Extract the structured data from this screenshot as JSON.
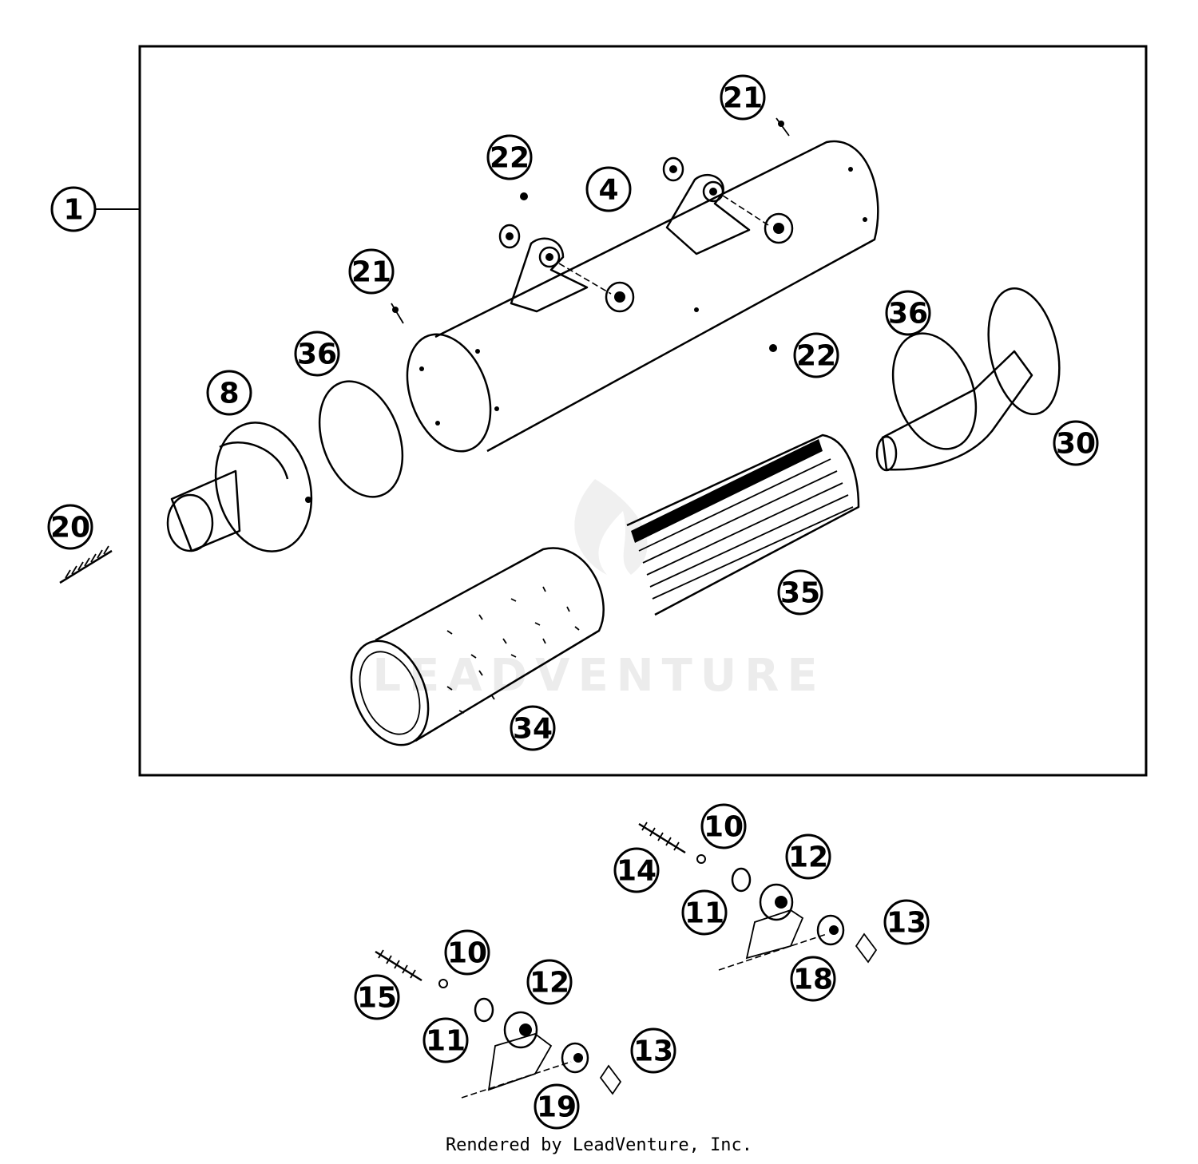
{
  "diagram": {
    "watermark_text": "LEADVENTURE",
    "callouts": [
      {
        "id": "c-1",
        "label": "1"
      },
      {
        "id": "c-21a",
        "label": "21"
      },
      {
        "id": "c-22a",
        "label": "22"
      },
      {
        "id": "c-4",
        "label": "4"
      },
      {
        "id": "c-21b",
        "label": "21"
      },
      {
        "id": "c-36a",
        "label": "36"
      },
      {
        "id": "c-22b",
        "label": "22"
      },
      {
        "id": "c-36b",
        "label": "36"
      },
      {
        "id": "c-8",
        "label": "8"
      },
      {
        "id": "c-30",
        "label": "30"
      },
      {
        "id": "c-20",
        "label": "20"
      },
      {
        "id": "c-35",
        "label": "35"
      },
      {
        "id": "c-34",
        "label": "34"
      },
      {
        "id": "c-10a",
        "label": "10"
      },
      {
        "id": "c-14",
        "label": "14"
      },
      {
        "id": "c-12a",
        "label": "12"
      },
      {
        "id": "c-11a",
        "label": "11"
      },
      {
        "id": "c-13a",
        "label": "13"
      },
      {
        "id": "c-18",
        "label": "18"
      },
      {
        "id": "c-10b",
        "label": "10"
      },
      {
        "id": "c-15",
        "label": "15"
      },
      {
        "id": "c-12b",
        "label": "12"
      },
      {
        "id": "c-11b",
        "label": "11"
      },
      {
        "id": "c-13b",
        "label": "13"
      },
      {
        "id": "c-19",
        "label": "19"
      }
    ]
  },
  "footer": {
    "text": "Rendered by LeadVenture, Inc."
  }
}
